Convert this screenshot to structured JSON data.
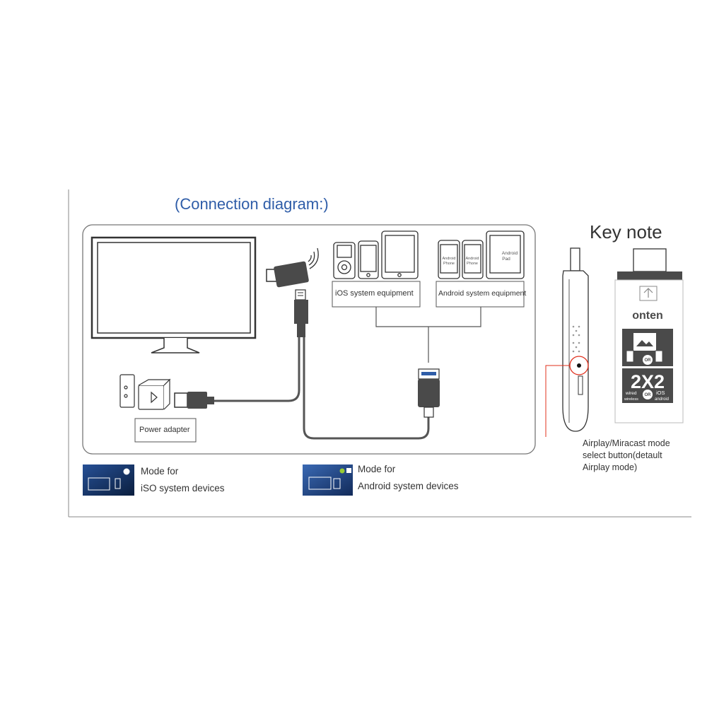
{
  "title": "(Connection diagram:)",
  "key_note": "Key note",
  "labels": {
    "ios_equipment": "iOS system equipment",
    "android_equipment": "Android system equipment",
    "power_adapter": "Power adapter",
    "android_phone": [
      "Android",
      "Phone"
    ],
    "android_pad": [
      "Android",
      "Pad"
    ]
  },
  "dongle": {
    "brand": "onten",
    "badge": "2X2",
    "or": "OR",
    "wired": "wired",
    "wireless": "wireless",
    "ios": "iOS",
    "android": "android"
  },
  "note_lines": [
    "Airplay/Miracast mode",
    "select button(detault",
    "Airplay mode)"
  ],
  "modes": {
    "ios": {
      "line1": "Mode for",
      "line2": "iSO system devices"
    },
    "android": {
      "line1": "Mode for",
      "line2": "Android system devices"
    }
  },
  "colors": {
    "title": "#2f5da8",
    "dongle": "#4a4a4a",
    "cable": "#555555",
    "callout": "#e0301e"
  }
}
